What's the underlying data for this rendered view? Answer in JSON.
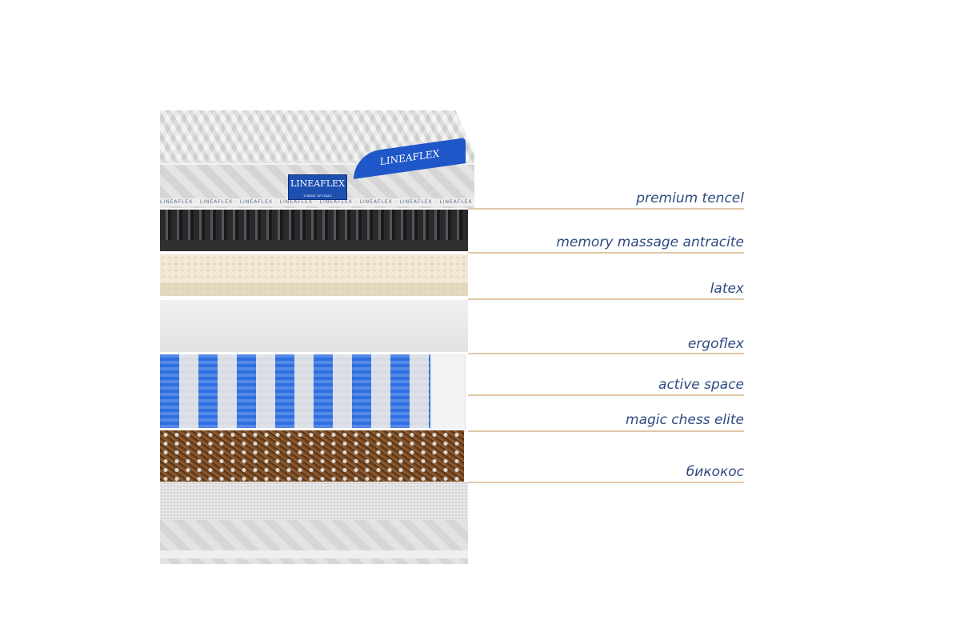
{
  "brand": {
    "name": "LINEAFLEX",
    "tagline": "TOKEN OF ITALY"
  },
  "layers": [
    {
      "label": "premium tencel"
    },
    {
      "label": "memory massage antracite"
    },
    {
      "label": "latex"
    },
    {
      "label": "ergoflex"
    },
    {
      "label": "active space"
    },
    {
      "label": "magic chess elite"
    },
    {
      "label": "бикокос"
    }
  ],
  "colors": {
    "label": "#2f4a80",
    "leader": "#e2c8aa",
    "brand_blue": "#1d4fb0"
  }
}
